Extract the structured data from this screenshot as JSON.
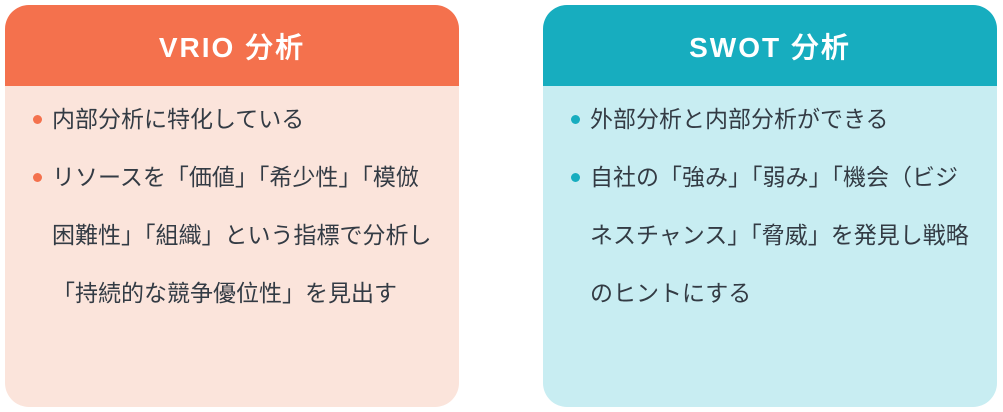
{
  "text_color": "#333B44",
  "cards": [
    {
      "title": "VRIO 分析",
      "header_color": "#F4714D",
      "body_color": "#FBE4DB",
      "bullet_color": "#F4714D",
      "items": [
        "内部分析に特化している",
        "リソースを「価値」「希少性」「模倣困難性」「組織」という指標で分析し「持続的な競争優位性」を見出す"
      ]
    },
    {
      "title": "SWOT 分析",
      "header_color": "#17ADBF",
      "body_color": "#C8EDF2",
      "bullet_color": "#17ADBF",
      "items": [
        "外部分析と内部分析ができる",
        "自社の「強み」「弱み」「機会（ビジネスチャンス」「脅威」を発見し戦略のヒントにする"
      ]
    }
  ]
}
